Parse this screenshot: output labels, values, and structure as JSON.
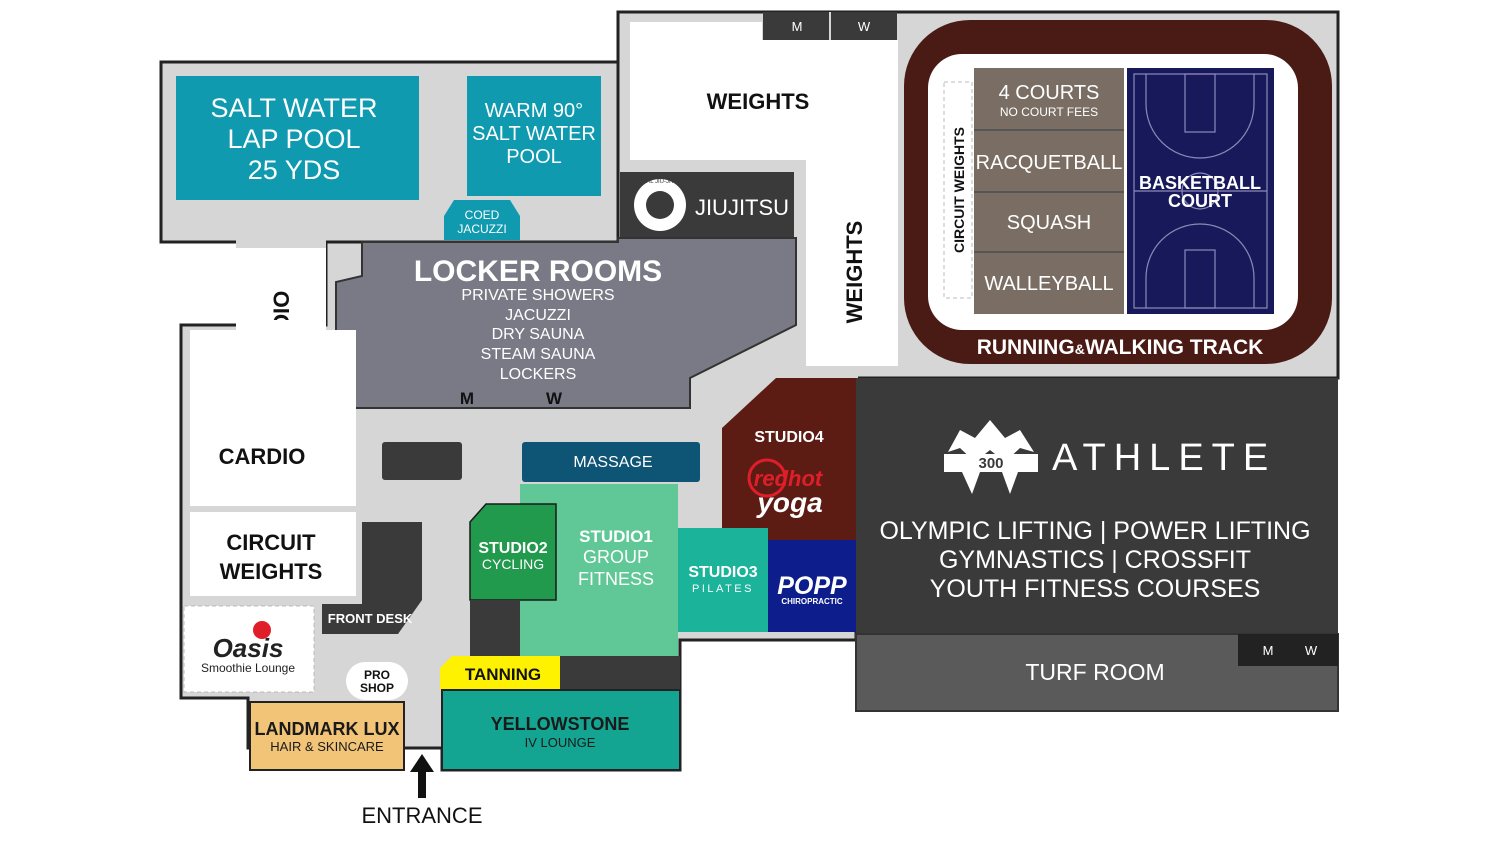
{
  "rooms": {
    "lap_pool": {
      "line1": "SALT WATER",
      "line2": "LAP POOL",
      "line3": "25 YDS"
    },
    "warm_pool": {
      "line1": "WARM 90°",
      "line2": "SALT WATER",
      "line3": "POOL"
    },
    "jacuzzi": {
      "line1": "COED",
      "line2": "JACUZZI"
    },
    "weights_top": "WEIGHTS",
    "weights_side": "WEIGHTS",
    "jiujitsu": "JIUJITSU",
    "jiujitsu_seal": "VITAL JIU-JITSU",
    "circuit_weights_vertical": "CIRCUIT WEIGHTS",
    "courts": {
      "line1": "4 COURTS",
      "line2": "NO COURT FEES"
    },
    "racquetball": "RACQUETBALL",
    "squash": "SQUASH",
    "walleyball": "WALLEYBALL",
    "basketball": {
      "line1": "BASKETBALL",
      "line2": "COURT"
    },
    "track": {
      "part1": "RUNNING",
      "amp": "&",
      "part2": "WALKING TRACK"
    },
    "locker_rooms": {
      "title": "LOCKER ROOMS",
      "features": [
        "PRIVATE SHOWERS",
        "JACUZZI",
        "DRY SAUNA",
        "STEAM SAUNA",
        "LOCKERS"
      ],
      "m": "M",
      "w": "W"
    },
    "cardio_vertical": "CARDIO",
    "cardio": "CARDIO",
    "circuit_weights": {
      "line1": "CIRCUIT",
      "line2": "WEIGHTS"
    },
    "massage": "MASSAGE",
    "studio4": "STUDIO4",
    "yoga": {
      "line1": "redhot",
      "line2": "yoga"
    },
    "athlete": {
      "logo": "300",
      "name": "ATHLETE",
      "lines": [
        "OLYMPIC LIFTING | POWER LIFTING",
        "GYMNASTICS | CROSSFIT",
        "YOUTH FITNESS COURSES"
      ]
    },
    "studio2": {
      "line1": "STUDIO2",
      "line2": "CYCLING"
    },
    "studio1": {
      "line1": "STUDIO1",
      "line2": "GROUP",
      "line3": "FITNESS"
    },
    "studio3": {
      "line1": "STUDIO3",
      "line2": "PILATES"
    },
    "popp": {
      "line1": "POPP",
      "line2": "CHIROPRACTIC"
    },
    "front_desk": "FRONT DESK",
    "oasis": {
      "line1": "Oasis",
      "line2": "Smoothie Lounge"
    },
    "pro_shop": {
      "line1": "PRO",
      "line2": "SHOP"
    },
    "tanning": "TANNING",
    "yellowstone": {
      "line1": "YELLOWSTONE",
      "line2": "IV LOUNGE"
    },
    "landmark": {
      "line1": "LANDMARK LUX",
      "line2": "HAIR & SKINCARE"
    },
    "turf_room": "TURF ROOM",
    "entrance": "ENTRANCE"
  },
  "restrooms": {
    "top": {
      "m": "M",
      "w": "W"
    },
    "turf": {
      "m": "M",
      "w": "W"
    }
  },
  "colors": {
    "pool": "#0f9ab0",
    "floor": "#d6d6d6",
    "dark": "#3a3a3a",
    "locker": "#7a7a86",
    "track": "#4a1b14",
    "basketball": "#18195a",
    "court": "#7a6e64",
    "massage": "#0e5474",
    "studio4": "#5c1c14",
    "studio1": "#5fc896",
    "studio2": "#219a4e",
    "studio3": "#1bb39a",
    "popp": "#0e1d8c",
    "tanning": "#fff200",
    "yellowstone": "#14a592",
    "landmark": "#f2c478",
    "turf": "#5a5a5a",
    "red_accent": "#e01e2a"
  }
}
